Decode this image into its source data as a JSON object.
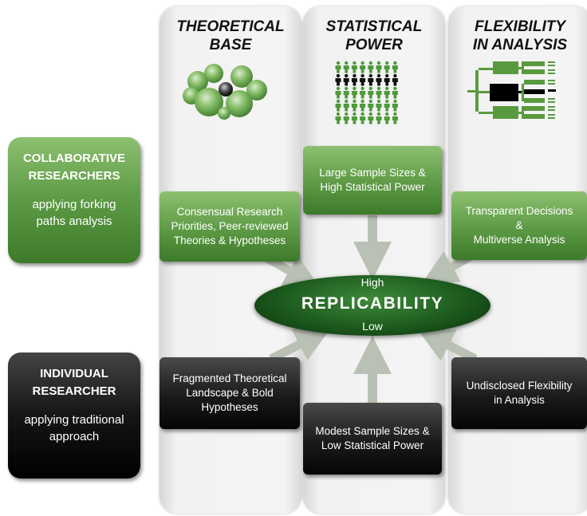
{
  "columns": [
    {
      "title_line1": "THEORETICAL",
      "title_line2": "BASE"
    },
    {
      "title_line1": "STATISTICAL",
      "title_line2": "POWER"
    },
    {
      "title_line1": "FLEXIBILITY",
      "title_line2": "IN ANALYSIS"
    }
  ],
  "rows": {
    "collaborative": {
      "title_line1": "COLLABORATIVE",
      "title_line2": "RESEARCHERS",
      "sub_line1": "applying forking",
      "sub_line2": "paths analysis"
    },
    "individual": {
      "title_line1": "INDIVIDUAL",
      "title_line2": "RESEARCHER",
      "sub_line1": "applying traditional",
      "sub_line2": "approach"
    }
  },
  "boxes": {
    "theory_good": {
      "line1": "Consensual Research",
      "line2": "Priorities, Peer-reviewed",
      "line3": "Theories & Hypotheses"
    },
    "power_good": {
      "line1": "Large Sample Sizes &",
      "line2": "High Statistical Power"
    },
    "flex_good": {
      "line1": "Transparent Decisions &",
      "line2": "Multiverse Analysis"
    },
    "theory_bad": {
      "line1": "Fragmented Theoretical",
      "line2": "Landscape & Bold",
      "line3": "Hypotheses"
    },
    "power_bad": {
      "line1": "Modest Sample Sizes &",
      "line2": "Low Statistical Power"
    },
    "flex_bad": {
      "line1": "Undisclosed Flexibility",
      "line2": "in Analysis"
    }
  },
  "center": {
    "high": "High",
    "label": "REPLICABILITY",
    "low": "Low"
  },
  "icons": {
    "theory": "bubble-cluster-icon",
    "power": "people-grid-icon",
    "flex": "forking-paths-icon"
  },
  "colors": {
    "green": "#5d9a45",
    "dark_green": "#1c5a1d",
    "black": "#111111",
    "arrow": "#b9c0b4",
    "column_bg": "#f2f2f2"
  }
}
